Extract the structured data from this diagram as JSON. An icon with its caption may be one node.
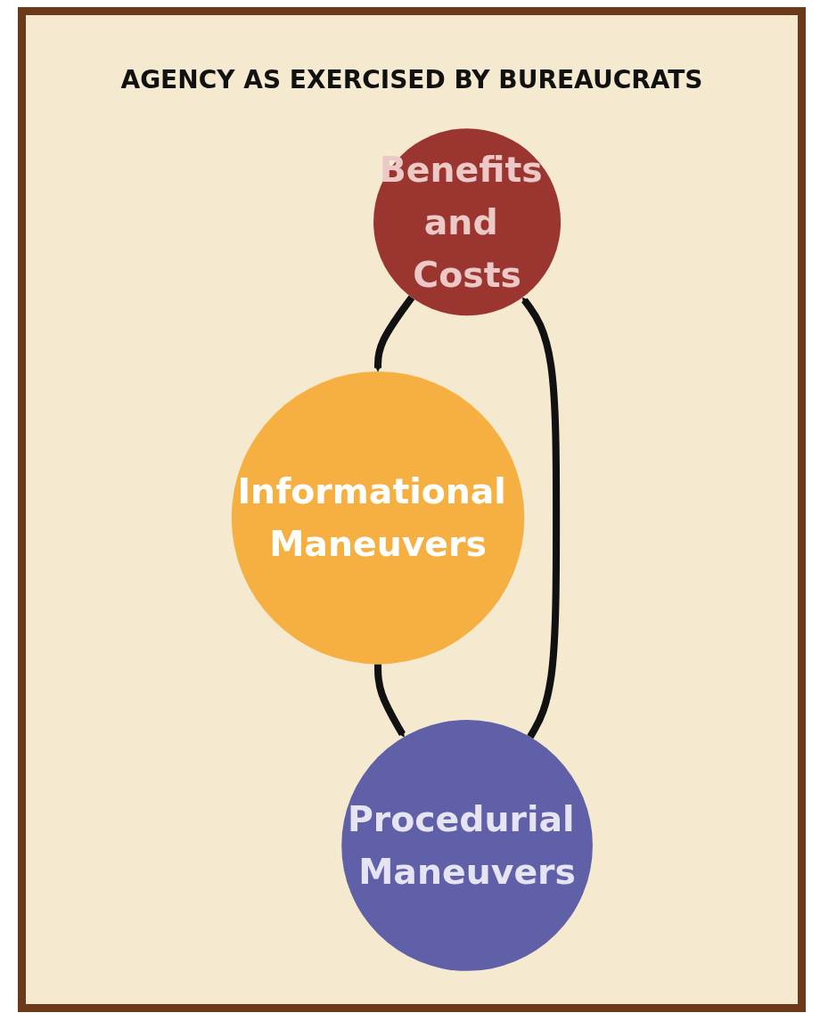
{
  "diagram": {
    "title": "AGENCY AS EXERCISED BY BUREAUCRATS",
    "nodes": [
      {
        "text": [
          "Benefits and Costs"
        ]
      },
      {
        "text": [
          "Informational Maneuvers"
        ]
      },
      {
        "text": [
          "Procedurial Maneuvers"
        ]
      }
    ],
    "edges": [
      {
        "from": 0,
        "to": 1,
        "arrow": "to"
      },
      {
        "from": 1,
        "to": 2,
        "arrow": "to"
      },
      {
        "from": 2,
        "to": 0,
        "arrow": "to"
      }
    ]
  }
}
